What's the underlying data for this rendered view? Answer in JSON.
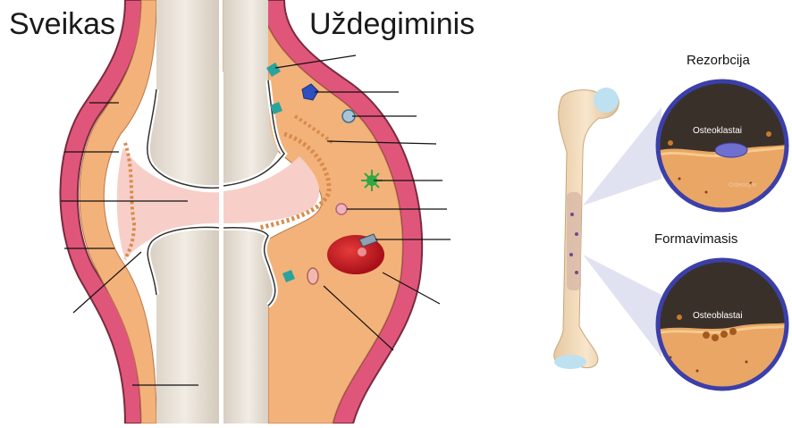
{
  "titles": {
    "healthy": "Sveikas",
    "inflamed": "Uždegiminis"
  },
  "bone_panel": {
    "resorption_label": "Rezorbcija",
    "formation_label": "Formavimasis",
    "osteoclasts_label": "Osteoklastai",
    "osteoblasts_label": "Osteoblastai",
    "osteocyte_label": "Osteocyte"
  },
  "colors": {
    "capsule": "#e0567a",
    "synovium": "#f3b27a",
    "bone": "#e9e2d6",
    "cartilage": "#f7cfc8",
    "ring": "#3b3fa8",
    "marrow_bg": "#2e2722"
  }
}
